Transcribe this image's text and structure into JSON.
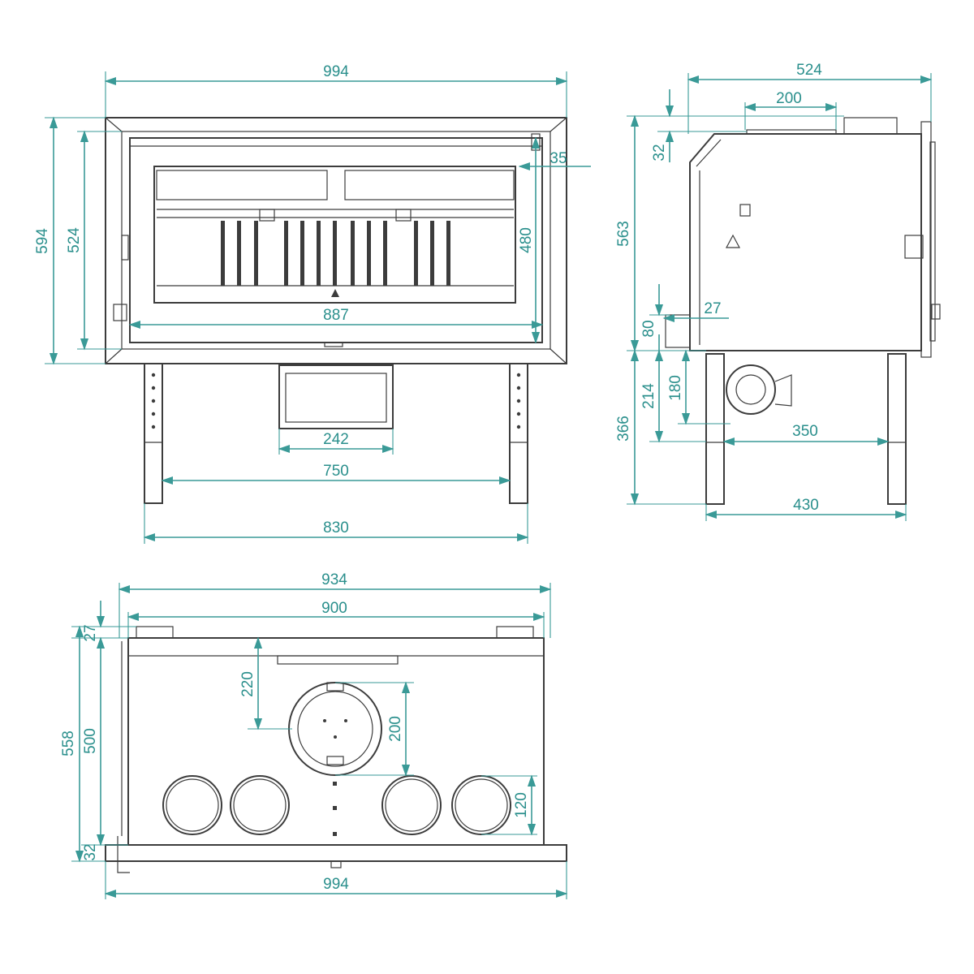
{
  "colors": {
    "dimension": "#2a8f8c",
    "outline": "#3c3c3c",
    "background": "#ffffff"
  },
  "front_view": {
    "overall_width": "994",
    "overall_height": "594",
    "door_height": "524",
    "glass_width": "887",
    "glass_height": "480",
    "frame_offset": "35",
    "duct_width": "242",
    "leg_inner": "750",
    "leg_outer": "830"
  },
  "side_view": {
    "depth": "524",
    "outlet_width": "200",
    "top_offset": "32",
    "body_height": "563",
    "front_step": "27",
    "front_height": "80",
    "fan_height": "180",
    "fan_offset": "214",
    "leg_height": "366",
    "fan_width": "350",
    "leg_spacing": "430"
  },
  "top_view": {
    "outer_width": "934",
    "inner_width": "900",
    "rear_offset": "27",
    "total_depth": "558",
    "body_depth": "500",
    "flue_offset": "220",
    "flue_diameter": "200",
    "front_depth": "32",
    "vent_diameter": "120",
    "frame_width": "994"
  }
}
